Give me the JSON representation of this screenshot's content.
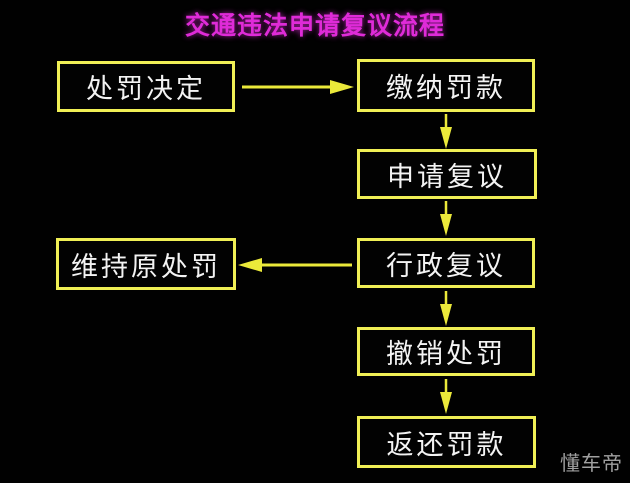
{
  "page_title": "交通违法申请复议流程",
  "nodes": [
    {
      "id": "penalty-decision",
      "label": "处罚决定"
    },
    {
      "id": "pay-fine",
      "label": "缴纳罚款"
    },
    {
      "id": "apply-review",
      "label": "申请复议"
    },
    {
      "id": "admin-review",
      "label": "行政复议"
    },
    {
      "id": "maintain-penalty",
      "label": "维持原处罚"
    },
    {
      "id": "revoke-penalty",
      "label": "撤销处罚"
    },
    {
      "id": "return-fine",
      "label": "返还罚款"
    }
  ],
  "edges": [
    {
      "from": "penalty-decision",
      "to": "pay-fine",
      "direction": "right"
    },
    {
      "from": "pay-fine",
      "to": "apply-review",
      "direction": "down"
    },
    {
      "from": "apply-review",
      "to": "admin-review",
      "direction": "down"
    },
    {
      "from": "admin-review",
      "to": "maintain-penalty",
      "direction": "left"
    },
    {
      "from": "admin-review",
      "to": "revoke-penalty",
      "direction": "down"
    },
    {
      "from": "revoke-penalty",
      "to": "return-fine",
      "direction": "down"
    }
  ],
  "watermark": "懂车帝",
  "colors": {
    "background": "#010101",
    "title": "#df2bd8",
    "box_border": "#f0ef55",
    "box_text": "#f3f3f3",
    "arrow": "#ebe93a",
    "watermark": "#a0a0a0"
  }
}
